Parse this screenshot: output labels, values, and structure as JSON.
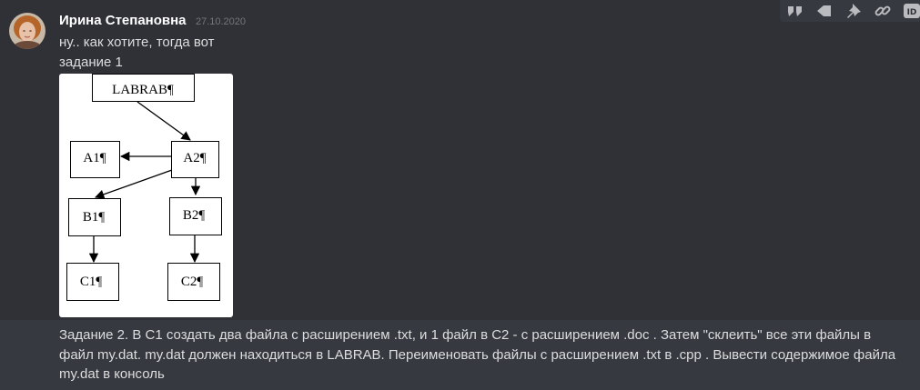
{
  "message": {
    "author": "Ирина Степановна",
    "timestamp": "27.10.2020",
    "lines": [
      "ну.. как хотите, тогда вот",
      "задание 1"
    ],
    "followup": "Задание 2. В С1 создать два файла с расширением .txt, и 1 файл в С2 - с расширением .doc . Затем \"склеить\" все эти файлы в файл my.dat. my.dat должен находиться в LABRAB. Переименовать файлы с расширением .txt в .cpp . Вывести содержимое файла my.dat в консоль"
  },
  "toolbar": {
    "buttons": [
      "quote-icon",
      "reply-icon",
      "pin-icon",
      "link-icon",
      "id-icon"
    ],
    "id_label": "ID"
  },
  "diagram": {
    "nodes": {
      "labrab": "LABRAB¶",
      "a1": "A1¶",
      "a2": "A2¶",
      "b1": "B1¶",
      "b2": "B2¶",
      "c1": "C1¶",
      "c2": "C2¶"
    }
  },
  "colors": {
    "background": "#2f3136",
    "hover_band": "#36393f",
    "username": "#ffffff",
    "text": "#dcddde",
    "timestamp": "#72767d",
    "icons": "#b9bbbe"
  }
}
